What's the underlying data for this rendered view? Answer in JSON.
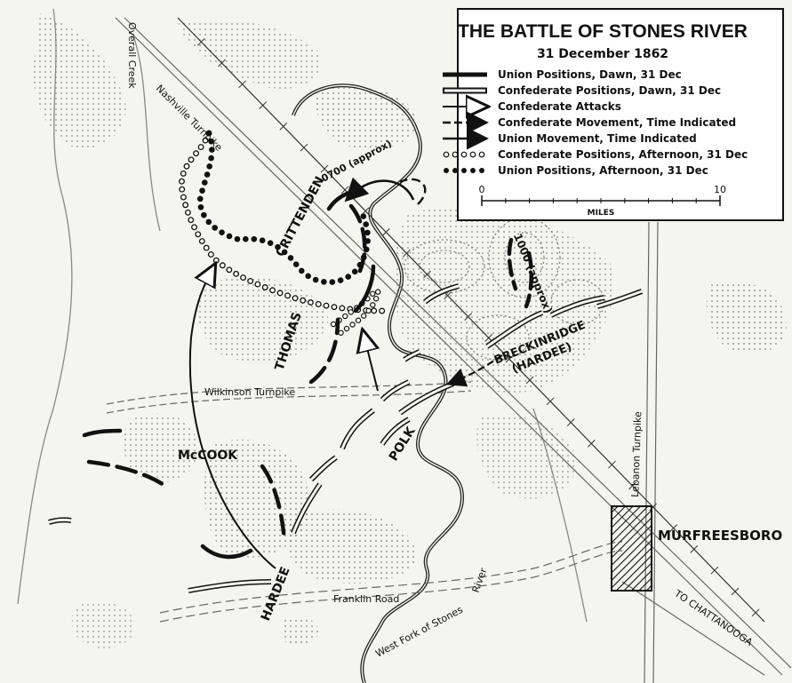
{
  "legend": {
    "title": "THE BATTLE OF STONES RIVER",
    "date": "31 December 1862",
    "items": [
      {
        "symbol": "union-position-line",
        "label": "Union Positions, Dawn, 31 Dec"
      },
      {
        "symbol": "confederate-position-line",
        "label": "Confederate Positions, Dawn, 31 Dec"
      },
      {
        "symbol": "confederate-attack-arrow",
        "label": "Confederate Attacks"
      },
      {
        "symbol": "confederate-movement-arrow",
        "label": "Confederate Movement, Time Indicated"
      },
      {
        "symbol": "union-movement-arrow",
        "label": "Union Movement, Time Indicated"
      },
      {
        "symbol": "open-circles",
        "label": "Confederate Positions, Afternoon, 31 Dec"
      },
      {
        "symbol": "filled-dots",
        "label": "Union Positions, Afternoon, 31 Dec"
      }
    ],
    "scale": {
      "start": "0",
      "end": "10",
      "unit": "MILES"
    }
  },
  "labels": {
    "nashville_turnpike": "Nashville Turnpike",
    "wilkinson_turnpike": "Wilkinson Turnpike",
    "franklin_road": "Franklin Road",
    "lebanon_turnpike": "Lebanon Turnpike",
    "to_chattanooga": "TO CHATTANOOGA",
    "west_fork": "West Fork of Stones",
    "river": "River",
    "overall_creek": "Overall Creek",
    "murfreesboro": "MURFREESBORO",
    "crittenden": "CRITTENDEN",
    "thomas": "THOMAS",
    "mccook": "McCOOK",
    "polk": "POLK",
    "hardee": "HARDEE",
    "breckinridge": "BRECKINRIDGE",
    "breckinridge_sub": "(HARDEE)",
    "time_1000": "1000 (approx)",
    "time_0700": "0700 (approx)"
  },
  "colors": {
    "ink": "#111111",
    "paper": "#f4f4f0",
    "woods": "#c9c9c4"
  }
}
